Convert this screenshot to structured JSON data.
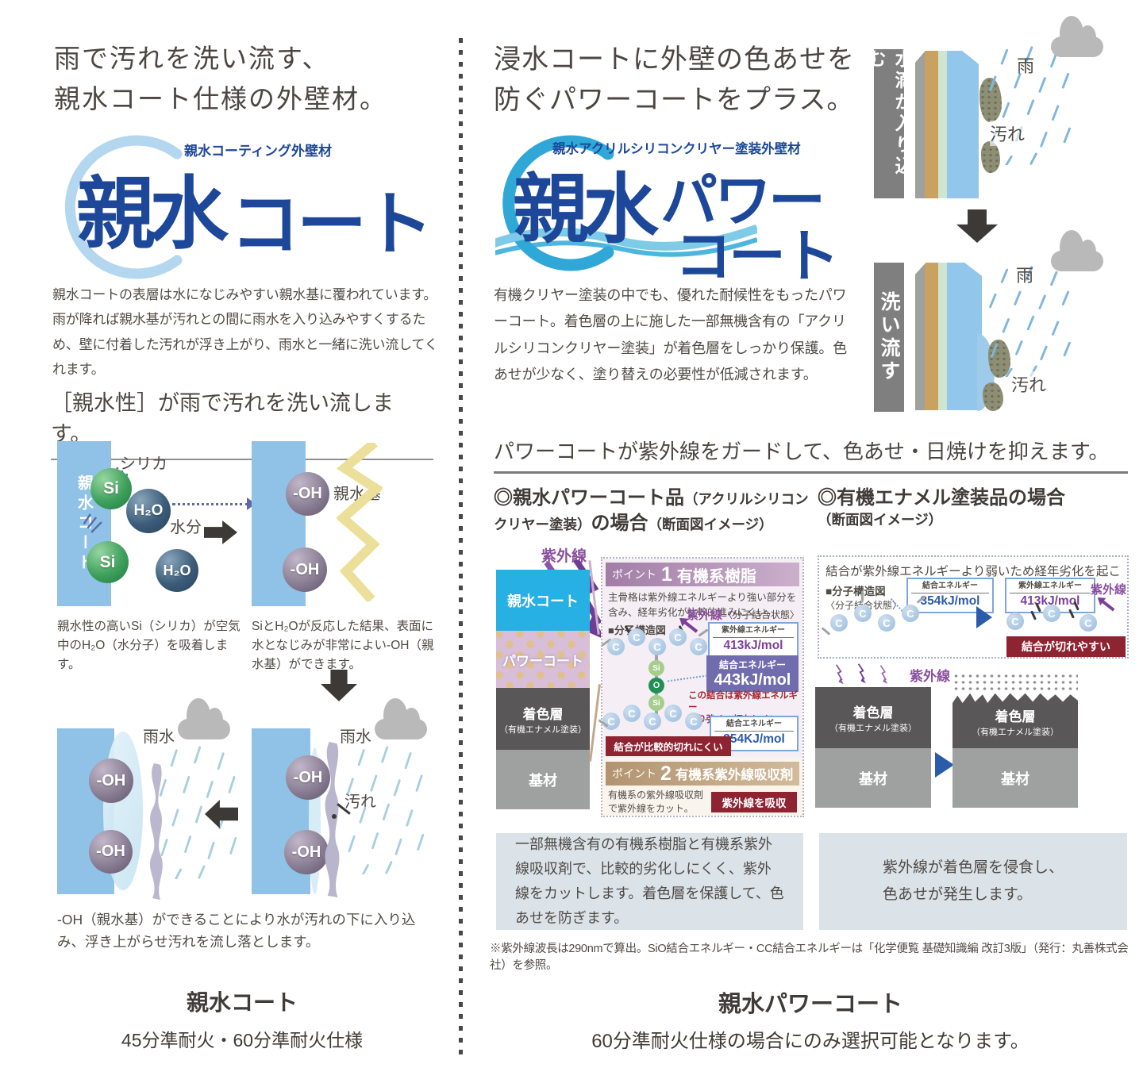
{
  "colors": {
    "brand_blue": "#1d4799",
    "logo_lightblue": "#b3d7ef",
    "logo_cyan": "#2fa8d8",
    "wall_blue": "#8fc2e6",
    "uv_purple": "#7d3f98",
    "alert_red": "#8e2332",
    "shinsui_layer": "#27b0e3",
    "power_layer": "#d8bed8",
    "color_layer": "#595757",
    "base_layer": "#9fa0a0",
    "summary_bg": "#dbe2e8"
  },
  "atoms": {
    "c": "C",
    "si": "Si",
    "o": "O"
  },
  "left": {
    "headline1": "雨で汚れを洗い流す、",
    "headline2": "親水コート仕様の外壁材。",
    "logo_tagline": "親水コーティング外壁材",
    "logo_main": "親水",
    "logo_sub": "コート",
    "intro": "親水コートの表層は水になじみやすい親水基に覆われています。雨が降れば親水基が汚れとの間に雨水を入り込みやすくするため、壁に付着した汚れが浮き上がり、雨水と一緒に洗い流してくれます。",
    "section_title": "［親水性］が雨で汚れを洗い流します。",
    "wall_label": "親水コート",
    "silica_label": "シリカ",
    "si_label": "Si",
    "h2o_label": "H₂O",
    "moisture_label": "水分",
    "oh_label": "-OH",
    "hydro_label": "親水基",
    "caption_step1": "親水性の高いSi（シリカ）が空気中のH₂O（水分子）を吸着します。",
    "caption_step2": "SiとH₂Oが反応した結果、表面に水となじみが非常によい-OH（親水基）ができます。",
    "rainwater_label": "雨水",
    "dirt_label": "汚れ",
    "caption_step3": "-OH（親水基）ができることにより水が汚れの下に入り込み、浮き上がらせ汚れを流し落とします。",
    "footer_title": "親水コート",
    "footer_spec": "45分準耐火・60分準耐火仕様"
  },
  "right": {
    "headline1": "浸水コートに外壁の色あせを",
    "headline2": "防ぐパワーコートをプラス。",
    "logo_tagline": "親水アクリルシリコンクリヤー塗装外壁材",
    "logo_main": "親水",
    "logo_sub1": "パワー",
    "logo_sub2": "コート",
    "intro": "有機クリヤー塗装の中でも、優れた耐候性をもったパワーコート。着色層の上に施した一部無機含有の「アクリルシリコンクリヤー塗装」が着色層をしっかり保護。色あせが少なく、塗り替えの必要性が低減されます。",
    "diag1_label": "水滴が入り込む",
    "diag2_label": "洗い流す",
    "rain_label": "雨",
    "dirt_label": "汚れ",
    "uv_heading": "パワーコートが紫外線をガードして、色あせ・日焼けを抑えます。",
    "caseA_big1": "◎親水パワーコート品",
    "caseA_small1": "（アクリルシリコン",
    "caseA_small2": "クリヤー塗装）",
    "caseA_big2": "の場合",
    "caseA_small3": "（断面図イメージ）",
    "caseB_big": "◎有機エナメル塗装品の場合",
    "caseB_small": "（断面図イメージ）",
    "uv_label": "紫外線",
    "layers": {
      "shinsui": "親水コート",
      "power": "パワーコート",
      "color": "着色層",
      "color_sub": "（有機エナメル塗装）",
      "base": "基材"
    },
    "point1": {
      "label": "ポイント",
      "num": "1",
      "title": "有機系樹脂",
      "desc": "主骨格は紫外線エネルギーより強い部分を含み、経年劣化が比較的進みにくい。",
      "mol_label": "■分子構造図",
      "bond_state": "〈分子結合状態〉",
      "uv_energy_label": "紫外線エネルギー",
      "uv_energy_value": "413kJ/mol",
      "bond_energy_label": "結合エネルギー",
      "bond_energy_value": "443kJ/mol",
      "strong_note": "この結合は紫外線エネルギー\nより強く、切れにくい",
      "bond2_label": "結合エネルギー",
      "bond2_value": "354KJ/mol",
      "hard_break": "結合が比較的切れにくい"
    },
    "point2": {
      "label": "ポイント",
      "num": "2",
      "title": "有機系紫外線吸収剤",
      "desc": "有機系の紫外線吸収剤\nで紫外線をカット。",
      "absorb": "紫外線を吸収"
    },
    "caseB": {
      "panel_title": "結合が紫外線エネルギーより弱いため経年劣化を起こす。",
      "mol_label": "■分子構造図",
      "bond_state": "〈分子結合状態〉",
      "bond_label": "結合エネルギー",
      "bond_value": "354kJ/mol",
      "uv_energy_label": "紫外線エネルギー",
      "uv_energy_value": "413kJ/mol",
      "easy_break": "結合が切れやすい"
    },
    "summaryA": "一部無機含有の有機系樹脂と有機系紫外線吸収剤で、比較的劣化しにくく、紫外線をカットします。着色層を保護して、色あせを防ぎます。",
    "summaryB": "紫外線が着色層を侵食し、\n色あせが発生します。",
    "footnote": "※紫外線波長は290nmで算出。SiO結合エネルギー・CC結合エネルギーは「化学便覧 基礎知識編 改訂3版」（発行：丸善株式会社）を参照。",
    "footer_title": "親水パワーコート",
    "footer_spec": "60分準耐火仕様の場合にのみ選択可能となります。"
  }
}
